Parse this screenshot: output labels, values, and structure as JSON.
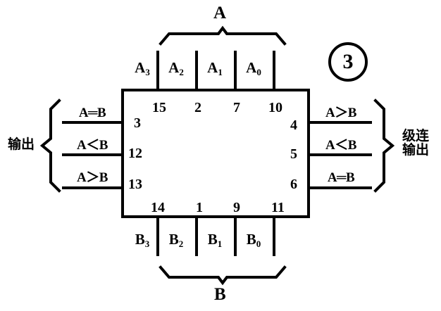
{
  "figure": {
    "number": "3",
    "caption_top": "A",
    "caption_bottom": "B"
  },
  "chip": {
    "top_pins": [
      {
        "name": "A3",
        "label": "A",
        "sub": "3",
        "pin": "15"
      },
      {
        "name": "A2",
        "label": "A",
        "sub": "2",
        "pin": "2"
      },
      {
        "name": "A1",
        "label": "A",
        "sub": "1",
        "pin": "7"
      },
      {
        "name": "A0",
        "label": "A",
        "sub": "0",
        "pin": "10"
      }
    ],
    "bottom_pins": [
      {
        "name": "B3",
        "label": "B",
        "sub": "3",
        "pin": "14"
      },
      {
        "name": "B2",
        "label": "B",
        "sub": "2",
        "pin": "1"
      },
      {
        "name": "B1",
        "label": "B",
        "sub": "1",
        "pin": "9"
      },
      {
        "name": "B0",
        "label": "B",
        "sub": "0",
        "pin": "11"
      }
    ],
    "left_pins": [
      {
        "signal": "A═B",
        "pin": "3"
      },
      {
        "signal": "A＜B",
        "pin": "12"
      },
      {
        "signal": "A＞B",
        "pin": "13"
      }
    ],
    "right_pins": [
      {
        "signal": "A＞B",
        "pin": "4"
      },
      {
        "signal": "A＜B",
        "pin": "5"
      },
      {
        "signal": "A═B",
        "pin": "6"
      }
    ]
  },
  "annotations": {
    "left_group": "输出",
    "right_group_line1": "级连",
    "right_group_line2": "输出"
  },
  "style": {
    "ink": "#000000",
    "paper": "#ffffff"
  }
}
